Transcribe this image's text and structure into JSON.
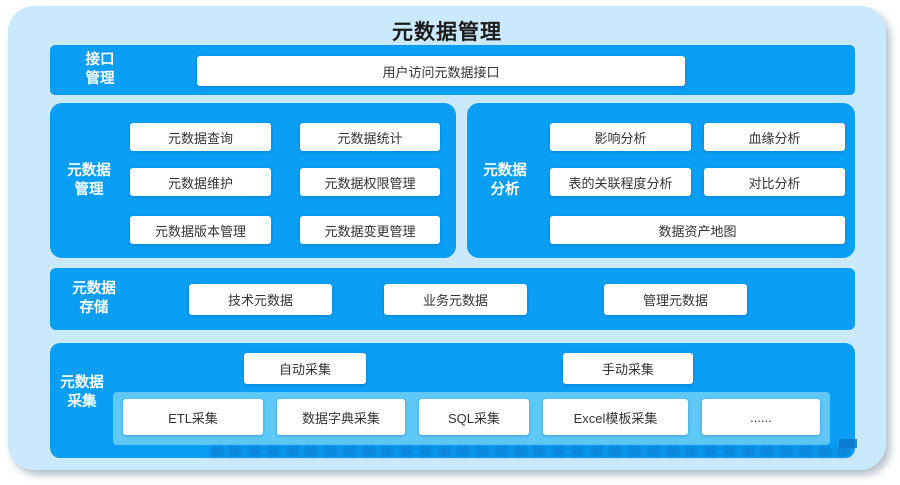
{
  "title": "元数据管理",
  "sections": {
    "interface": {
      "label_lines": [
        "接口",
        "管理"
      ],
      "items": [
        "用户访问元数据接口"
      ]
    },
    "management": {
      "label_lines": [
        "元数据",
        "管理"
      ],
      "items": [
        "元数据查询",
        "元数据统计",
        "元数据维护",
        "元数据权限管理",
        "元数据版本管理",
        "元数据变更管理"
      ]
    },
    "analysis": {
      "label_lines": [
        "元数据",
        "分析"
      ],
      "items": [
        "影响分析",
        "血缘分析",
        "表的关联程度分析",
        "对比分析",
        "数据资产地图"
      ]
    },
    "storage": {
      "label_lines": [
        "元数据",
        "存储"
      ],
      "items": [
        "技术元数据",
        "业务元数据",
        "管理元数据"
      ]
    },
    "collection": {
      "label_lines": [
        "元数据",
        "采集"
      ],
      "modes": [
        "自动采集",
        "手动采集"
      ],
      "methods": [
        "ETL采集",
        "数据字典采集",
        "SQL采集",
        "Excel模板采集",
        "......"
      ]
    }
  },
  "colors": {
    "panel_bg": "#cbe9fc",
    "section_bg": "#0a9ef5",
    "inner_bg": "#5ec8f6",
    "box_bg": "#ffffff",
    "title_text": "#1c1c1c",
    "label_text": "#ffffff",
    "box_text": "#333333"
  }
}
